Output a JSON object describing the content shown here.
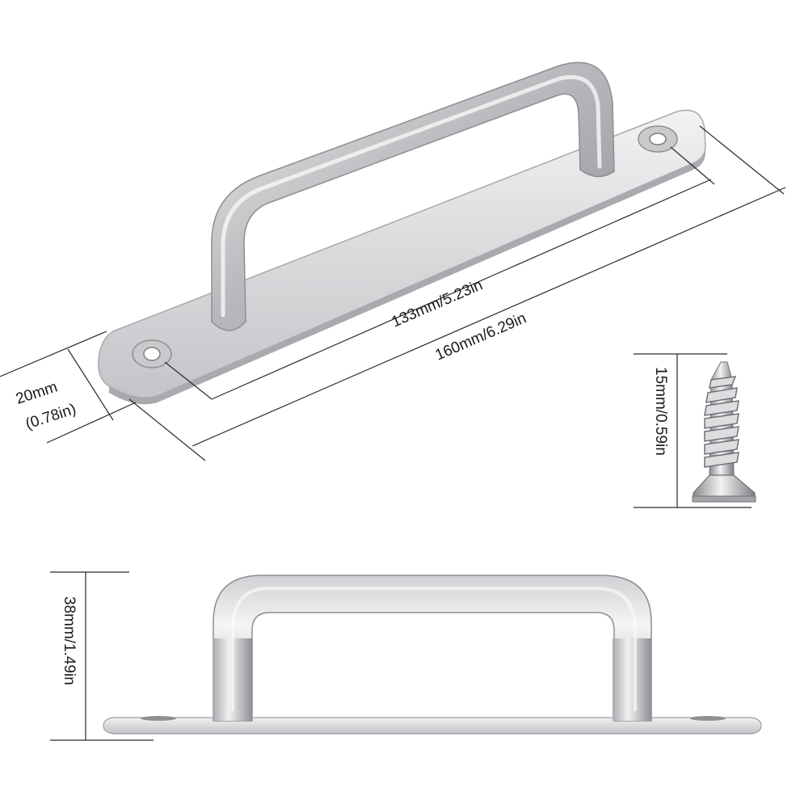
{
  "dimensions": {
    "hole_spacing": "133mm/5.23in",
    "total_length": "160mm/6.29in",
    "width_mm": "20mm",
    "width_in": "(0.78in)",
    "screw_length": "15mm/0.59in",
    "handle_height": "38mm/1.49in"
  }
}
